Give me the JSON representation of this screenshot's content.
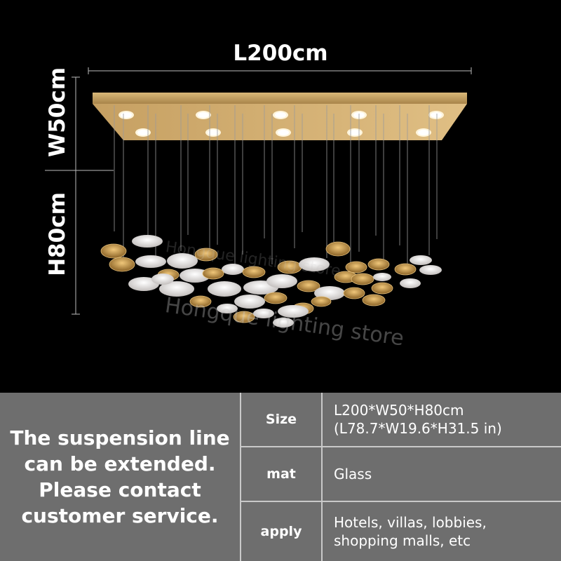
{
  "dimensions": {
    "length": "L200cm",
    "width": "W50cm",
    "height": "H80cm"
  },
  "watermark": "Hongque lighting store",
  "contact_note": {
    "lines": [
      "The suspension line",
      "can be extended.",
      "Please contact",
      "customer service."
    ]
  },
  "specs": [
    {
      "key": "Size",
      "value_lines": [
        "L200*W50*H80cm",
        "(L78.7*W19.6*H31.5 in)"
      ]
    },
    {
      "key": "mat",
      "value_lines": [
        "Glass"
      ]
    },
    {
      "key": "apply",
      "value_lines": [
        "Hotels, villas, lobbies,",
        "shopping malls, etc"
      ]
    }
  ],
  "colors": {
    "background": "#000000",
    "panel": "#6e6e6e",
    "canopy": "#b8955a",
    "gold_disc": "#c99a4e",
    "white_disc": "#e8e4e2",
    "text": "#ffffff"
  }
}
